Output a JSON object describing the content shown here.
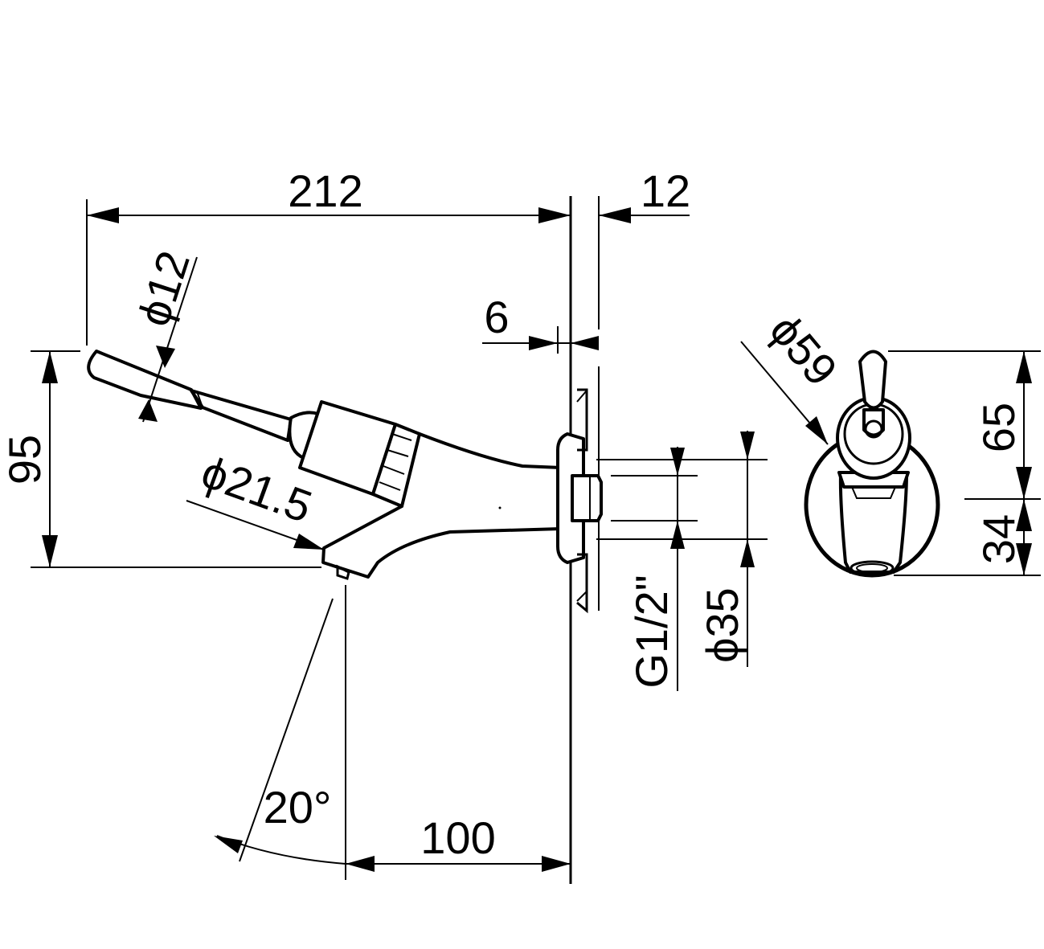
{
  "drawing": {
    "dimensions": {
      "overall_length": "212",
      "flange_depth": "12",
      "plate_thickness": "6",
      "lever_diameter": "ϕ12",
      "height": "95",
      "body_diameter": "ϕ21.5",
      "thread": "G1/2\"",
      "connector_diameter": "ϕ35",
      "rosette_diameter": "ϕ59",
      "front_upper_height": "65",
      "front_lower_height": "34",
      "spray_angle": "20°",
      "outlet_distance": "100"
    },
    "colors": {
      "line": "#000000",
      "background": "#ffffff"
    }
  }
}
